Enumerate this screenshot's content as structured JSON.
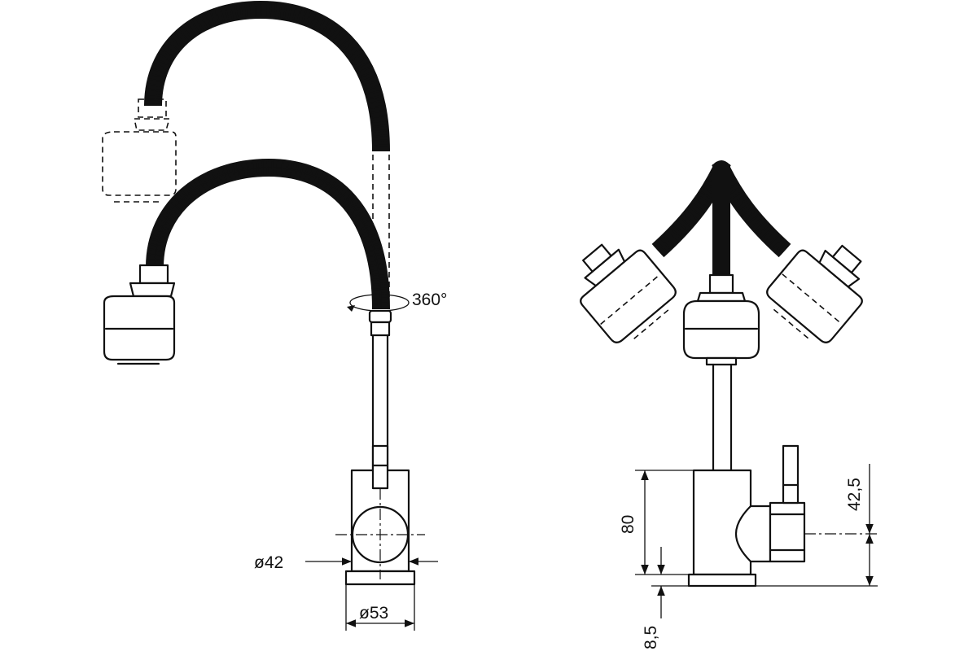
{
  "dimensions": {
    "rotation": "360°",
    "base_diameter": "ø42",
    "flange_diameter": "ø53",
    "body_height": "80",
    "handle_axis_height": "42,5",
    "flange_height": "8,5"
  }
}
